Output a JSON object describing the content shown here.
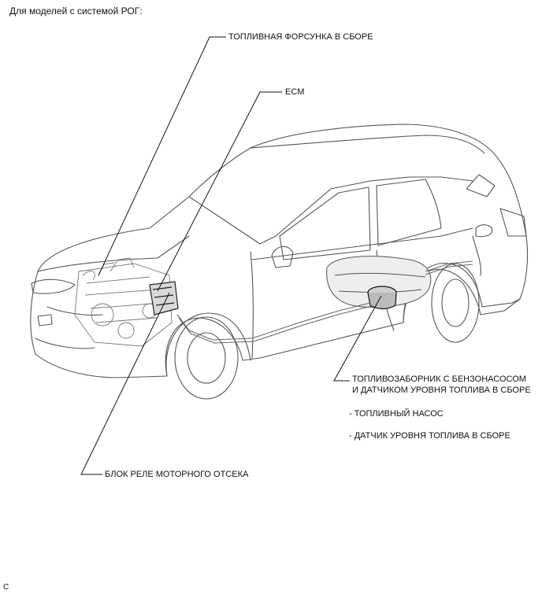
{
  "header": "Для моделей с системой РОГ:",
  "labels": {
    "fuel_injector": "ТОПЛИВНАЯ ФОРСУНКА В СБОРЕ",
    "ecm": "ECM",
    "fuel_pump_assembly_line1": "ТОПЛИВОЗАБОРНИК С БЕНЗОНАСОСОМ",
    "fuel_pump_assembly_line2": "И ДАТЧИКОМ УРОВНЯ ТОПЛИВА В СБОРЕ",
    "fuel_pump": "- ТОПЛИВНЫЙ НАСОС",
    "fuel_gauge": "- ДАТЧИК УРОВНЯ ТОПЛИВА В СБОРЕ",
    "relay_block": "БЛОК РЕЛЕ МОТОРНОГО ОТСЕКА"
  },
  "footer_code": "C"
}
